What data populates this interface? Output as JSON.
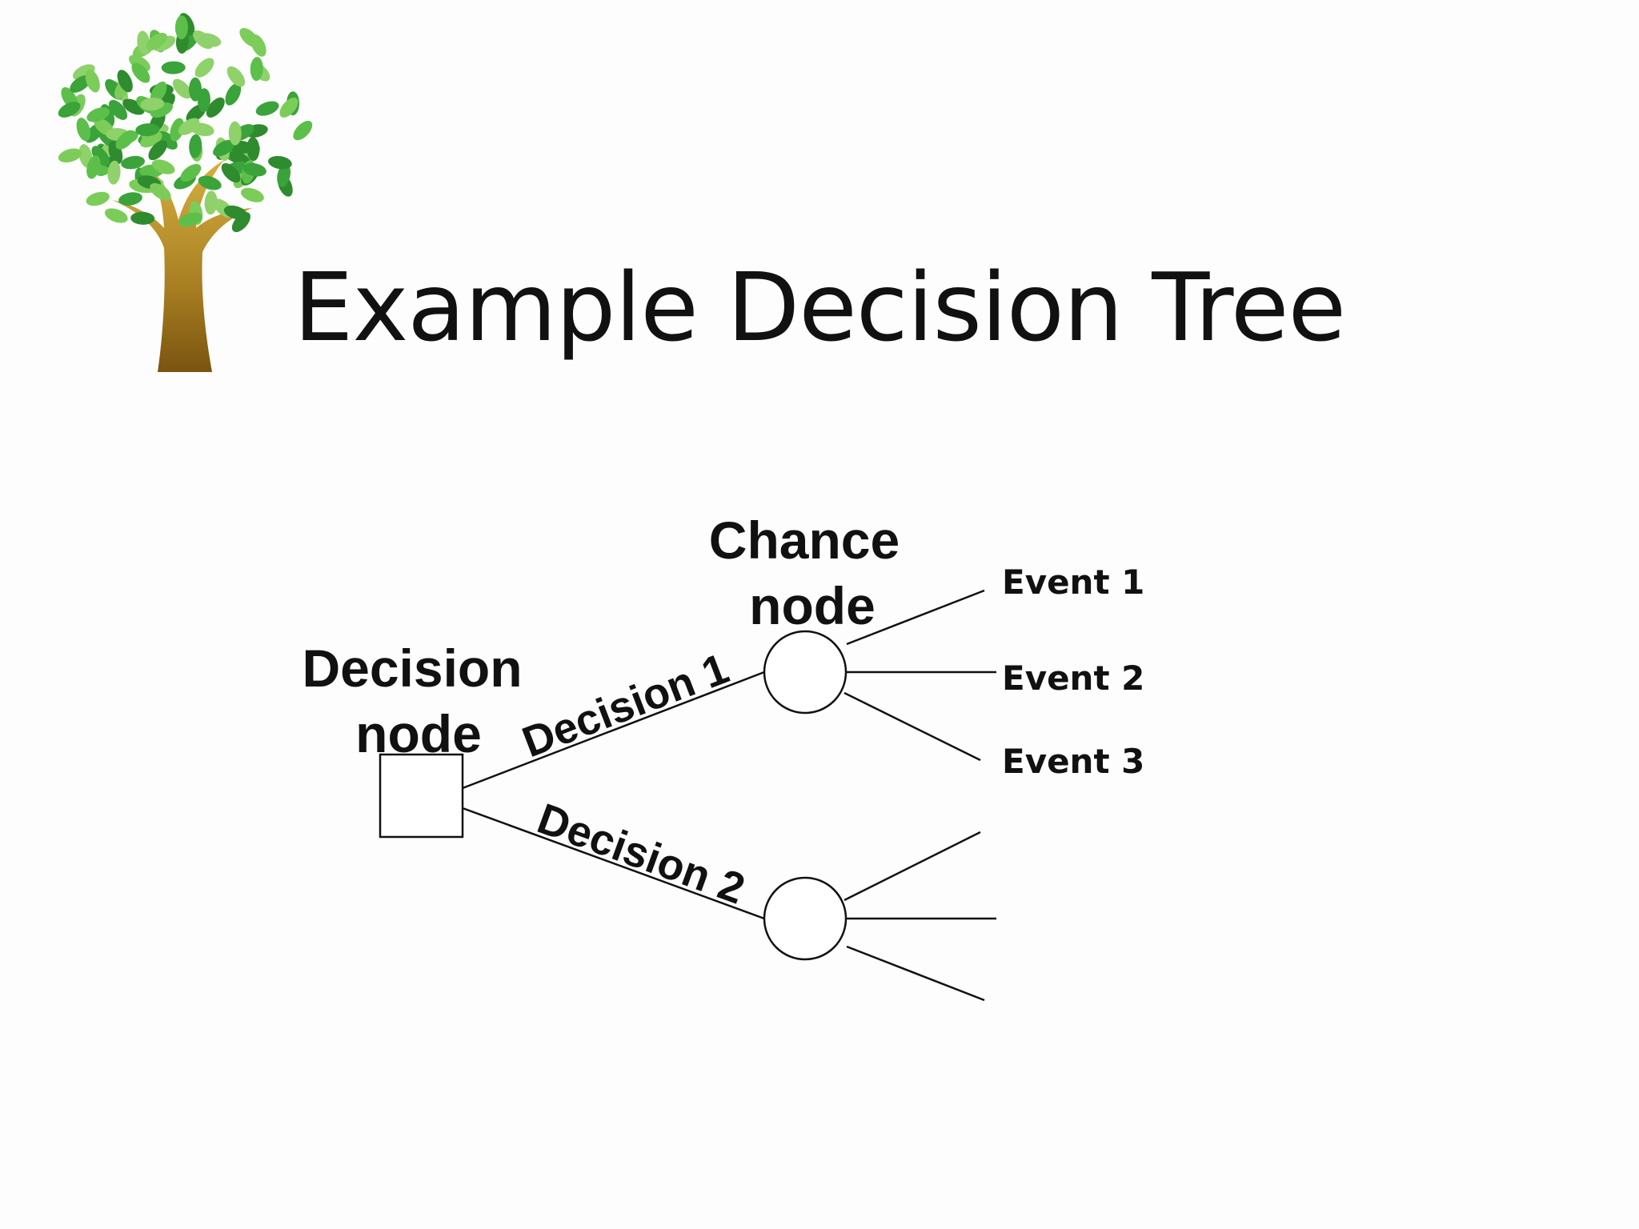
{
  "slide": {
    "title": "Example Decision Tree",
    "logo_icon": "tree-icon"
  },
  "diagram": {
    "decision_node_label": [
      "Decision",
      "node"
    ],
    "chance_node_label": [
      "Chance",
      "node"
    ],
    "branch_1_label": "Decision 1",
    "branch_2_label": "Decision 2",
    "events": [
      "Event 1",
      "Event 2",
      "Event 3"
    ]
  },
  "colors": {
    "leaf_green": "#3aa33a",
    "leaf_light": "#8fd16a",
    "trunk_brown": "#a07820",
    "line": "#111111"
  }
}
